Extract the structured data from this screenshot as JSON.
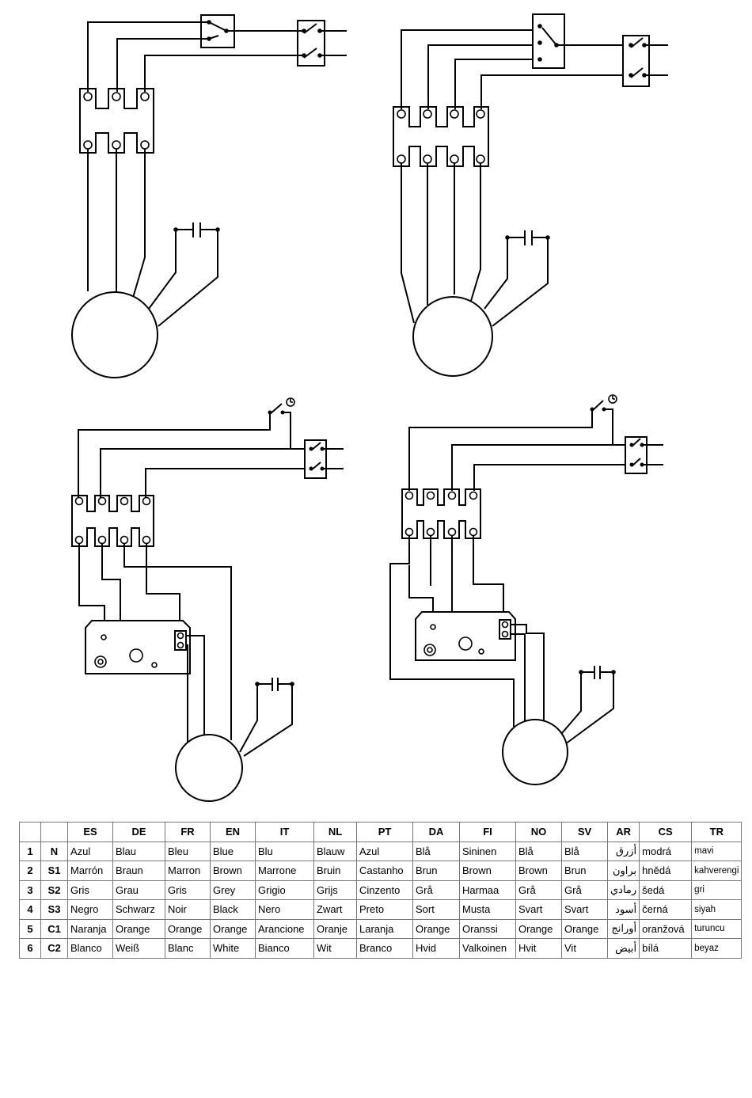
{
  "table": {
    "headers": [
      "",
      "",
      "ES",
      "DE",
      "FR",
      "EN",
      "IT",
      "NL",
      "PT",
      "DA",
      "FI",
      "NO",
      "SV",
      "AR",
      "CS",
      "TR"
    ],
    "rows": [
      {
        "idx": "1",
        "code": "N",
        "cells": [
          "Azul",
          "Blau",
          "Bleu",
          "Blue",
          "Blu",
          "Blauw",
          "Azul",
          "Blå",
          "Sininen",
          "Blå",
          "Blå",
          "أزرق",
          "modrá",
          "mavi"
        ]
      },
      {
        "idx": "2",
        "code": "S1",
        "cells": [
          "Marrón",
          "Braun",
          "Marron",
          "Brown",
          "Marrone",
          "Bruin",
          "Castanho",
          "Brun",
          "Brown",
          "Brown",
          "Brun",
          "براون",
          "hnědá",
          "kahverengi"
        ]
      },
      {
        "idx": "3",
        "code": "S2",
        "cells": [
          "Gris",
          "Grau",
          "Gris",
          "Grey",
          "Grigio",
          "Grijs",
          "Cinzento",
          "Grå",
          "Harmaa",
          "Grå",
          "Grå",
          "رمادي",
          "šedá",
          "gri"
        ]
      },
      {
        "idx": "4",
        "code": "S3",
        "cells": [
          "Negro",
          "Schwarz",
          "Noir",
          "Black",
          "Nero",
          "Zwart",
          "Preto",
          "Sort",
          "Musta",
          "Svart",
          "Svart",
          "أسود",
          "černá",
          "siyah"
        ]
      },
      {
        "idx": "5",
        "code": "C1",
        "cells": [
          "Naranja",
          "Orange",
          "Orange",
          "Orange",
          "Arancione",
          "Oranje",
          "Laranja",
          "Orange",
          "Oranssi",
          "Orange",
          "Orange",
          "أورانج",
          "oranžová",
          "turuncu"
        ]
      },
      {
        "idx": "6",
        "code": "C2",
        "cells": [
          "Blanco",
          "Weiß",
          "Blanc",
          "White",
          "Bianco",
          "Wit",
          "Branco",
          "Hvid",
          "Valkoinen",
          "Hvit",
          "Vit",
          "أبيض",
          "bílá",
          "beyaz"
        ]
      }
    ]
  }
}
